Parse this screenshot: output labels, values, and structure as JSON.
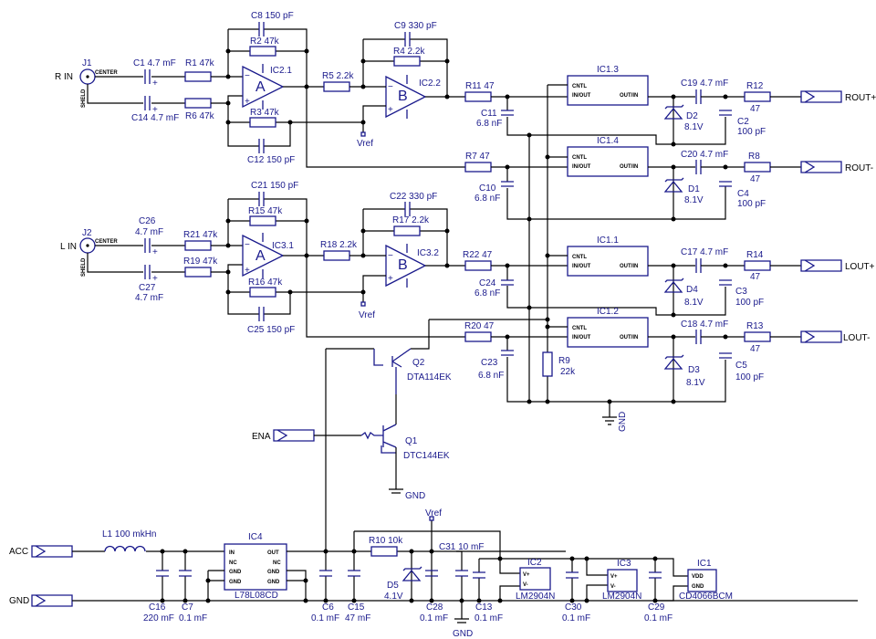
{
  "schematic": {
    "ports": {
      "r_in": "R IN",
      "l_in": "L IN",
      "rout_p": "ROUT+",
      "rout_m": "ROUT-",
      "lout_p": "LOUT+",
      "lout_m": "LOUT-",
      "ena": "ENA",
      "acc": "ACC",
      "gnd": "GND"
    },
    "jacks": {
      "j1": "J1",
      "j2": "J2",
      "center": "CENTER",
      "shield": "SHELD"
    },
    "opamps": {
      "ic2_1": "IC2.1",
      "ic2_2": "IC2.2",
      "ic3_1": "IC3.1",
      "ic3_2": "IC3.2",
      "a": "A",
      "b": "B"
    },
    "switches": {
      "ic1_3": "IC1.3",
      "ic1_4": "IC1.4",
      "ic1_1": "IC1.1",
      "ic1_2": "IC1.2",
      "cntl": "CNTL",
      "inout": "IN/OUT",
      "outin": "OUT/IN"
    },
    "resistors": {
      "r1": "R1  47k",
      "r2": "R2  47k",
      "r3": "R3  47k",
      "r4": "R4  2.2k",
      "r5": "R5  2.2k",
      "r6": "R6  47k",
      "r7": "R7   47",
      "r8": "R8",
      "r9": "R9",
      "r9v": "22k",
      "r10": "R10  10k",
      "r11": "R11  47",
      "r12": "R12",
      "r13": "R13",
      "r14": "R14",
      "r47": "47",
      "r15": "R15  47k",
      "r16": "R16  47k",
      "r17": "R17  2.2k",
      "r18": "R18  2.2k",
      "r19": "R19  47k",
      "r20": "R20  47",
      "r21": "R21  47k",
      "r22": "R22   47"
    },
    "capacitors": {
      "c1": "C1  4.7 mF",
      "c14": "C14  4.7 mF",
      "c8": "C8  150 pF",
      "c12": "C12  150 pF",
      "c9": "C9  330 pF",
      "c11": "C11",
      "c10": "C10",
      "c68": "6.8 nF",
      "c19": "C19  4.7 mF",
      "c20": "C20  4.7 mF",
      "c17": "C17  4.7 mF",
      "c18": "C18  4.7 mF",
      "c2": "C2",
      "c4": "C4",
      "c3": "C3",
      "c5": "C5",
      "c100p": "100 pF",
      "c21": "C21  150 pF",
      "c25": "C25  150 pF",
      "c22": "C22  330 pF",
      "c26": "C26",
      "c27": "C27",
      "c47": "4.7 mF",
      "c24": "C24",
      "c23": "C23",
      "c16": "C16",
      "c16v": "220 mF",
      "c7": "C7",
      "c6": "C6",
      "c15": "C15",
      "c15v": "47 mF",
      "c28": "C28",
      "c13": "C13",
      "c30": "C30",
      "c29": "C29",
      "c01": "0.1 mF",
      "c31": "C31   10 mF"
    },
    "diodes": {
      "d1": "D1",
      "d2": "D2",
      "d3": "D3",
      "d4": "D4",
      "d81": "8.1V",
      "d5": "D5",
      "d5v": "4.1V"
    },
    "transistors": {
      "q1": "Q1",
      "q1p": "DTC144EK",
      "q2": "Q2",
      "q2p": "DTA114EK"
    },
    "power": {
      "l1": "L1  100 mkHn",
      "ic4": "IC4",
      "ic4p": "L78L08CD",
      "ic4_in": "IN",
      "ic4_out": "OUT",
      "nc": "NC",
      "gndpin": "GND",
      "ic2": "IC2",
      "ic3": "IC3",
      "lm": "LM2904N",
      "vp": "V+",
      "vm": "V-",
      "ic1": "IC1",
      "ic1p": "CD4066BCM",
      "vdd": "VDD",
      "vref": "Vref",
      "gnd_label": "GND"
    }
  }
}
